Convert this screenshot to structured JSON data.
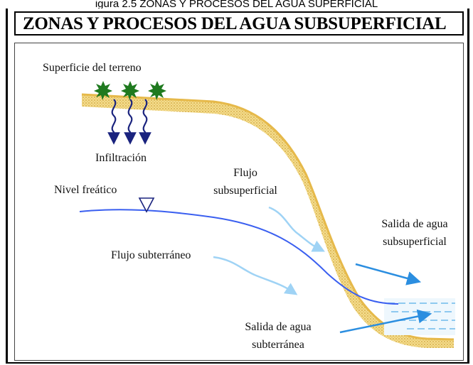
{
  "caption": "igura 2.5 ZONAS Y PROCESOS DEL AGUA SUPERFICIAL",
  "title": "ZONAS Y PROCESOS DEL AGUA SUBSUPERFICIAL",
  "labels": {
    "ground_surface": "Superficie del terreno",
    "infiltration": "Infiltración",
    "water_table": "Nivel freático",
    "subsurface_flow_1": "Flujo",
    "subsurface_flow_2": "subsuperficial",
    "underground_flow": "Flujo subterráneo",
    "subsurface_outflow_1": "Salida de agua",
    "subsurface_outflow_2": "subsuperficial",
    "underground_outflow_1": "Salida de agua",
    "underground_outflow_2": "subterránea"
  },
  "colors": {
    "ground": "#e6b94a",
    "ground_dots": "#c9951f",
    "plant": "#1f7a1f",
    "infiltration_arrow": "#1a237e",
    "water_table_line": "#3a5ff0",
    "flow_arrow": "#9fd3f5",
    "outflow_arrow": "#2b8ee0",
    "water_body": "#8ec9f0"
  }
}
